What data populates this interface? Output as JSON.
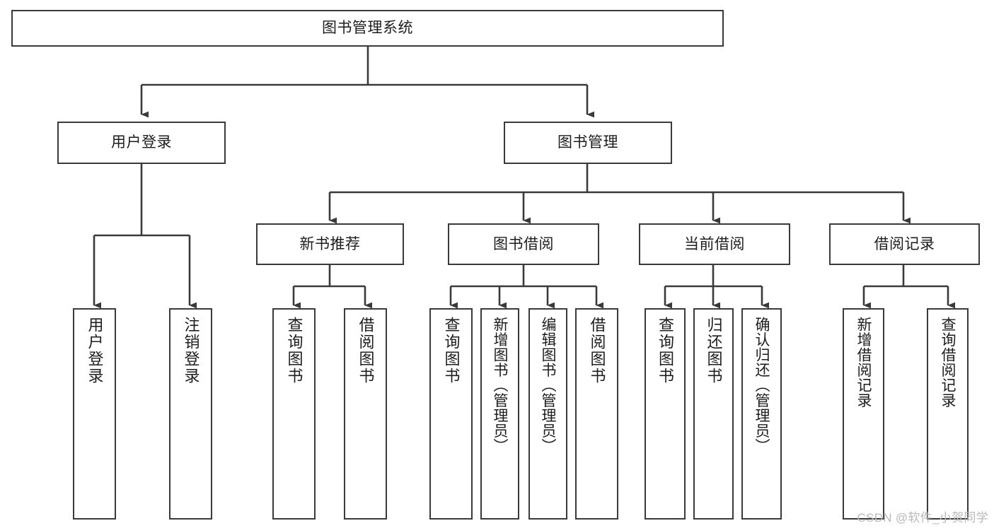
{
  "diagram": {
    "title": "图书管理系统",
    "watermark": "CSDN @软件_小贺同学",
    "colors": {
      "stroke": "#3a3a3a",
      "fill": "#ffffff",
      "text": "#1d1d1d",
      "watermark": "#b9b9b9",
      "background": "#ffffff"
    },
    "levels": {
      "root": "图书管理系统",
      "level2": [
        "用户登录",
        "图书管理"
      ],
      "level3": [
        "新书推荐",
        "图书借阅",
        "当前借阅",
        "借阅记录"
      ],
      "leaves": [
        "用户登录",
        "注销登录",
        "查询图书",
        "借阅图书",
        "查询图书",
        "新增图书（管理员）",
        "编辑图书（管理员）",
        "借阅图书",
        "查询图书",
        "归还图书",
        "确认归还（管理员）",
        "新增借阅记录",
        "查询借阅记录"
      ]
    },
    "nodes": {
      "root": {
        "label": "图书管理系统"
      },
      "user_login": {
        "label": "用户登录"
      },
      "book_manage": {
        "label": "图书管理"
      },
      "new_book_rec": {
        "label": "新书推荐"
      },
      "book_borrow": {
        "label": "图书借阅"
      },
      "current_borrow": {
        "label": "当前借阅"
      },
      "borrow_record": {
        "label": "借阅记录"
      },
      "leaf_user_login": {
        "label": "用户登录"
      },
      "leaf_user_logout": {
        "label": "注销登录"
      },
      "leaf_rec_query": {
        "label": "查询图书"
      },
      "leaf_rec_borrow": {
        "label": "借阅图书"
      },
      "leaf_borrow_query": {
        "label": "查询图书"
      },
      "leaf_borrow_add": {
        "label": "新增图书（管理员）"
      },
      "leaf_borrow_edit": {
        "label": "编辑图书（管理员）"
      },
      "leaf_borrow_borrow": {
        "label": "借阅图书"
      },
      "leaf_cur_query": {
        "label": "查询图书"
      },
      "leaf_cur_return": {
        "label": "归还图书"
      },
      "leaf_cur_confirm": {
        "label": "确认归还（管理员）"
      },
      "leaf_rec_add": {
        "label": "新增借阅记录"
      },
      "leaf_rec_search": {
        "label": "查询借阅记录"
      }
    }
  }
}
